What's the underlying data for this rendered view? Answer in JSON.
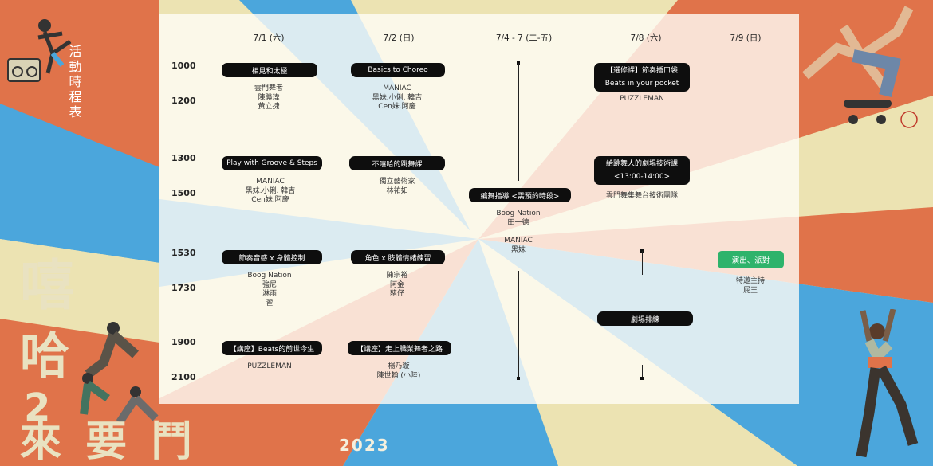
{
  "title_vertical": "活動時程表",
  "logo": {
    "chars": [
      "嘻",
      "哈",
      "2",
      "來 要 鬥"
    ],
    "year": "2023",
    "stamp": "嘻哈"
  },
  "dates": [
    "7/1 (六)",
    "7/2 (日)",
    "7/4 - 7 (二-五)",
    "7/8 (六)",
    "7/9 (日)"
  ],
  "times": [
    "1000",
    "1200",
    "1300",
    "1500",
    "1530",
    "1730",
    "1900",
    "2100"
  ],
  "sessions": {
    "d1s1": {
      "title": "相見和太極",
      "names": [
        "雲門舞者",
        "陳聯瑋",
        "黃立捷"
      ]
    },
    "d1s2": {
      "title": "Play with Groove & Steps",
      "names": [
        "MANIAC",
        "黑妹.小俐. 韓吉",
        "Cen妹.阿慶"
      ]
    },
    "d1s3": {
      "title": "節奏音感 x 身體控制",
      "names": [
        "Boog Nation",
        "強尼",
        "淋雨",
        "翟"
      ]
    },
    "d1s4": {
      "title": "【講座】Beats的前世今生",
      "names": [
        "PUZZLEMAN"
      ]
    },
    "d2s1": {
      "title": "Basics to Choreo",
      "names": [
        "MANIAC",
        "黑妹.小俐. 韓吉",
        "Cen妹.阿慶"
      ]
    },
    "d2s2": {
      "title": "不嘻哈的跳舞課",
      "names": [
        "獨立藝術家",
        "林祐如"
      ]
    },
    "d2s3": {
      "title": "角色 x 肢體情緒練習",
      "names": [
        "陳宗裕",
        "阿金",
        "豬仔"
      ]
    },
    "d2s4": {
      "title": "【講座】走上職業舞者之路",
      "names": [
        "楊乃璇",
        "陳世翰 (小陸)"
      ]
    },
    "d3": {
      "title": "編舞指導 <需預約時段>",
      "names": [
        "Boog  Nation",
        "田一德"
      ],
      "names2": [
        "MANIAC",
        "黑妹"
      ]
    },
    "d4s1": {
      "line1": "【選修課】節奏插口袋",
      "line2": "Beats in your pocket",
      "names": [
        "PUZZLEMAN"
      ]
    },
    "d4s2": {
      "line1": "給跳舞人的劇場技術課",
      "line2": "<13:00-14:00>",
      "names": [
        "雲門舞集舞台技術團隊"
      ]
    },
    "d4s4": {
      "title": "劇場排練"
    },
    "d5": {
      "title": "演出、派對",
      "names": [
        "特邀主持",
        "屁王"
      ]
    }
  },
  "colors": {
    "orange": "#e0734a",
    "blue": "#4ba6dc",
    "cream": "#ece3b2",
    "green": "#2eb36b",
    "pill": "#0e0e0e"
  }
}
